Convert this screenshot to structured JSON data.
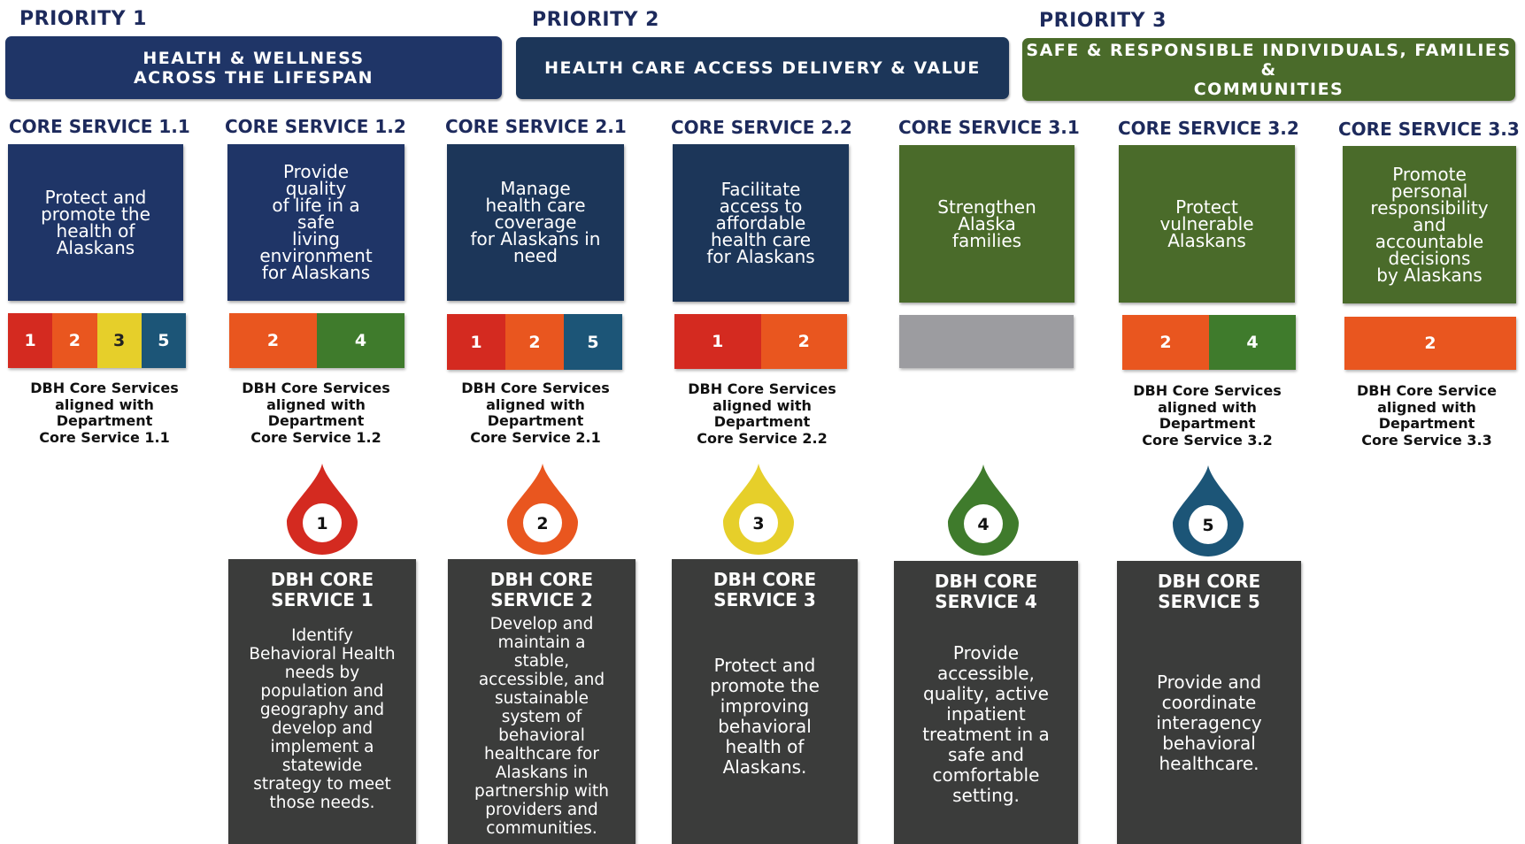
{
  "priorities": [
    {
      "label": "PRIORITY 1",
      "banner": "HEALTH & WELLNESS\nACROSS THE  LIFESPAN",
      "color": "#1f3567"
    },
    {
      "label": "PRIORITY 2",
      "banner": "HEALTH CARE ACCESS DELIVERY & VALUE",
      "color": "#1c3659"
    },
    {
      "label": "PRIORITY 3",
      "banner": "SAFE & RESPONSIBLE INDIVIDUALS, FAMILIES &\nCOMMUNITIES",
      "color": "#4a6b2a"
    }
  ],
  "core_services": [
    {
      "heading": "CORE SERVICE 1.1",
      "text": "Protect and\npromote the\nhealth of\nAlaskans",
      "color": "#1f3567",
      "dbh_numbers": [
        "1",
        "2",
        "3",
        "5"
      ],
      "aligned": "DBH Core Services\naligned with\nDepartment\nCore Service 1.1"
    },
    {
      "heading": "CORE SERVICE 1.2",
      "text": "Provide\nquality\nof life in a\nsafe\nliving\nenvironment\nfor Alaskans",
      "color": "#1f3567",
      "dbh_numbers": [
        "2",
        "4"
      ],
      "aligned": "DBH Core Services\naligned with\nDepartment\nCore Service 1.2"
    },
    {
      "heading": "CORE SERVICE 2.1",
      "text": "Manage\nhealth care\ncoverage\nfor Alaskans in\nneed",
      "color": "#1c3659",
      "dbh_numbers": [
        "1",
        "2",
        "5"
      ],
      "aligned": "DBH Core Services\naligned with\nDepartment\nCore Service 2.1"
    },
    {
      "heading": "CORE SERVICE 2.2",
      "text": "Facilitate\naccess to\naffordable\nhealth care\nfor Alaskans",
      "color": "#1c3659",
      "dbh_numbers": [
        "1",
        "2"
      ],
      "aligned": "DBH Core Services\naligned with\nDepartment\nCore Service 2.2"
    },
    {
      "heading": "CORE SERVICE 3.1",
      "text": "Strengthen\nAlaska\nfamilies",
      "color": "#4a6b2a",
      "dbh_numbers": [],
      "aligned": ""
    },
    {
      "heading": "CORE SERVICE 3.2",
      "text": "Protect\nvulnerable\nAlaskans",
      "color": "#4a6b2a",
      "dbh_numbers": [
        "2",
        "4"
      ],
      "aligned": "DBH Core Services\naligned with\nDepartment\nCore Service 3.2"
    },
    {
      "heading": "CORE SERVICE 3.3",
      "text": "Promote\npersonal\nresponsibility\nand\naccountable\ndecisions\nby Alaskans",
      "color": "#4a6b2a",
      "dbh_numbers": [
        "2"
      ],
      "aligned": "DBH Core Service\naligned with\nDepartment\nCore Service 3.3"
    }
  ],
  "dbh_colors": {
    "1": "#d42a20",
    "2": "#e9561f",
    "3": "#e6cf2a",
    "4": "#3f7b2c",
    "5": "#1c5577",
    "empty": "#9c9ca0"
  },
  "dbh_core_services": [
    {
      "number": "1",
      "title": "DBH CORE\nSERVICE 1",
      "text": "Identify\nBehavioral Health\nneeds by\npopulation and\ngeography and\ndevelop and\nimplement a\nstatewide\nstrategy to meet\nthose needs."
    },
    {
      "number": "2",
      "title": "DBH CORE\nSERVICE 2",
      "text": "Develop and\nmaintain a\nstable,\naccessible, and\nsustainable\nsystem of\nbehavioral\nhealthcare for\nAlaskans in\npartnership with\nproviders and\ncommunities."
    },
    {
      "number": "3",
      "title": "DBH CORE\nSERVICE 3",
      "text": "Protect and\npromote the\nimproving\nbehavioral\nhealth of\nAlaskans."
    },
    {
      "number": "4",
      "title": "DBH CORE\nSERVICE 4",
      "text": "Provide\naccessible,\nquality, active\ninpatient\ntreatment in a\nsafe and\ncomfortable\nsetting."
    },
    {
      "number": "5",
      "title": "DBH CORE\nSERVICE 5",
      "text": "Provide and\ncoordinate\ninteragency\nbehavioral\nhealthcare."
    }
  ]
}
